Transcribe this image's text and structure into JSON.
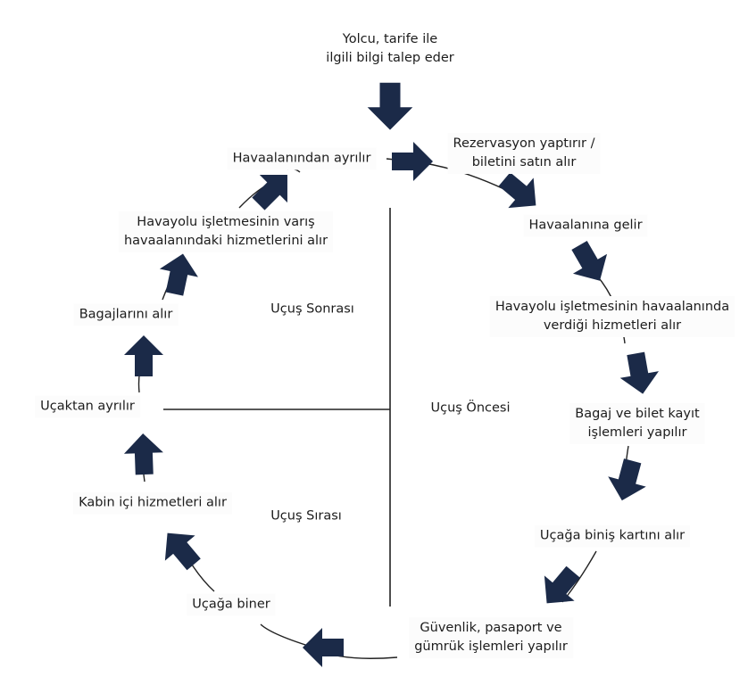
{
  "diagram": {
    "start": {
      "line1": "Yolcu, tarife ile",
      "line2": "ilgili bilgi talep eder"
    },
    "steps": [
      {
        "line1": "Rezervasyon yaptırır /",
        "line2": "biletini satın alır"
      },
      {
        "line1": "Havaalanına gelir"
      },
      {
        "line1": "Havayolu işletmesinin havaalanında",
        "line2": "verdiği hizmetleri alır"
      },
      {
        "line1": "Bagaj ve bilet kayıt",
        "line2": "işlemleri yapılır"
      },
      {
        "line1": "Uçağa biniş kartını alır"
      },
      {
        "line1": "Güvenlik, pasaport ve",
        "line2": "gümrük işlemleri yapılır"
      },
      {
        "line1": "Uçağa biner"
      },
      {
        "line1": "Kabin içi hizmetleri alır"
      },
      {
        "line1": "Uçaktan ayrılır"
      },
      {
        "line1": "Bagajlarını alır"
      },
      {
        "line1": "Havayolu işletmesinin varış",
        "line2": "havaalanındaki hizmetlerini alır"
      },
      {
        "line1": "Havaalanından ayrılır"
      }
    ],
    "sections": {
      "after": "Uçuş Sonrası",
      "before": "Uçuş Öncesi",
      "during": "Uçuş Sırası"
    },
    "arrow_color": "#1b2a48",
    "line_color": "#222222"
  }
}
